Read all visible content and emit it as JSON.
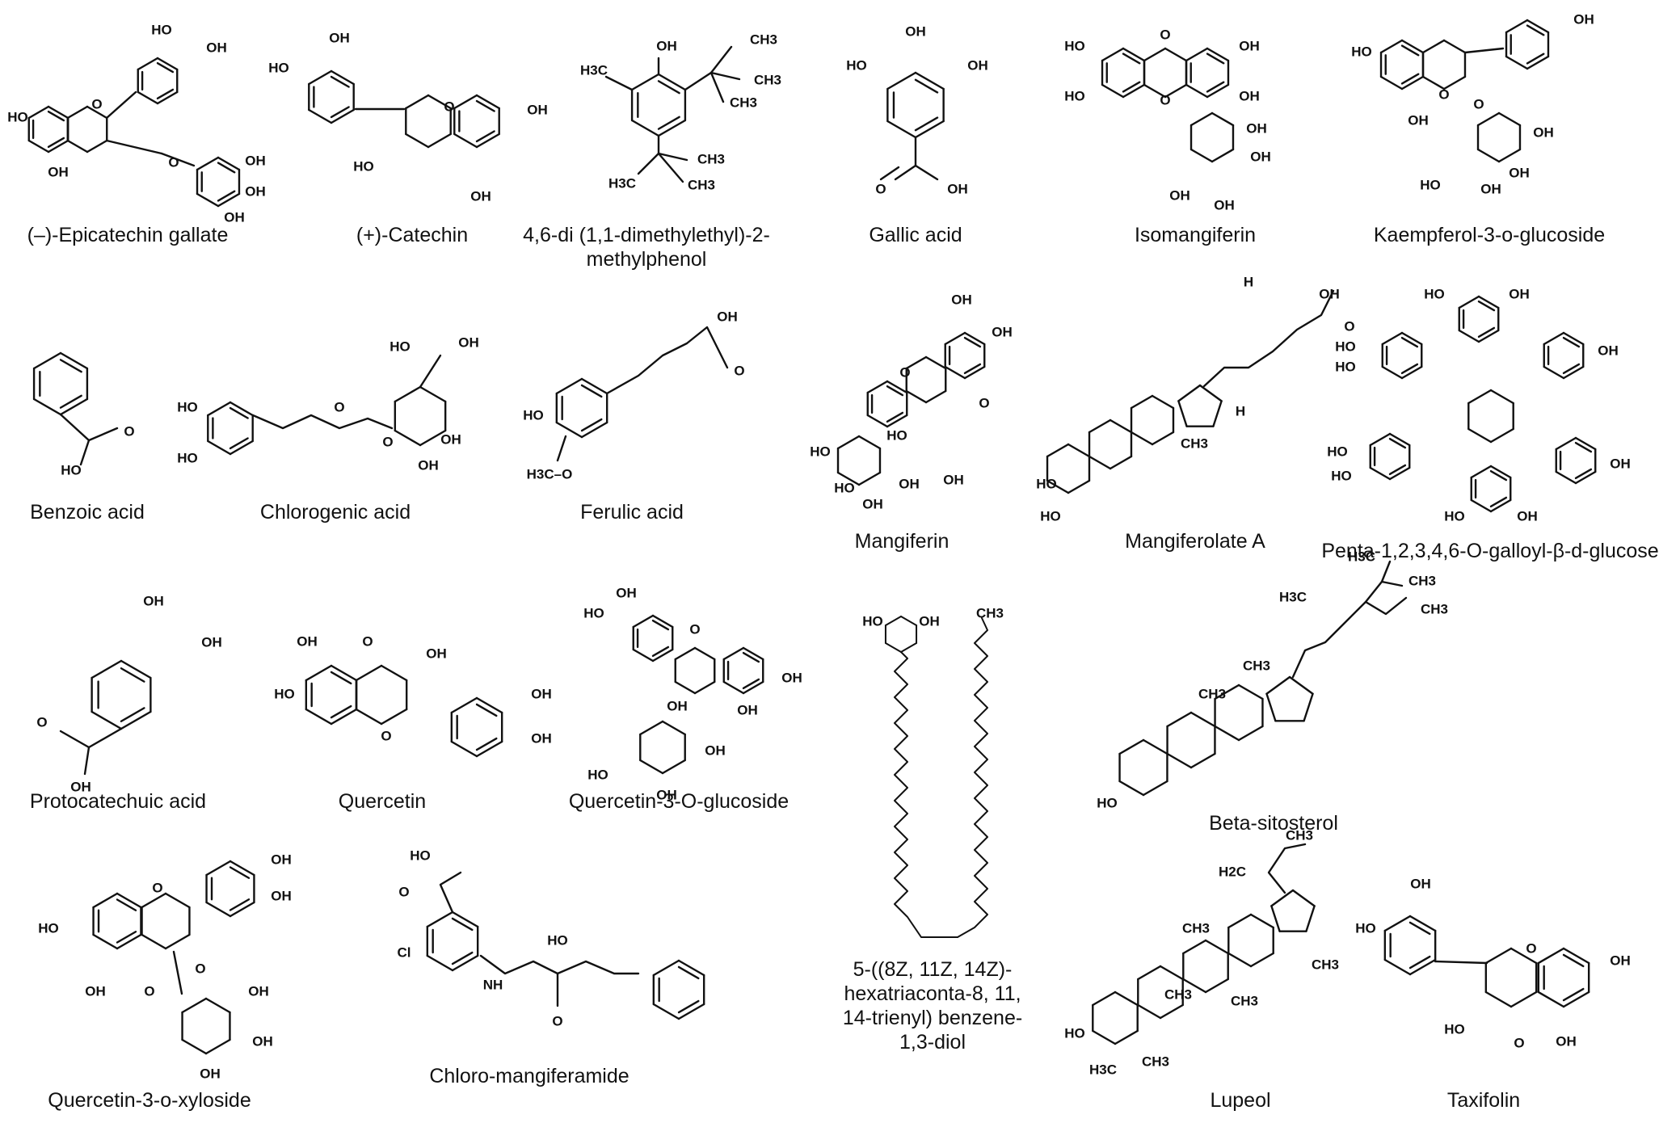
{
  "compounds": [
    {
      "name": "(–)-Epicatechin gallate"
    },
    {
      "name": "(+)-Catechin"
    },
    {
      "name": "4,6-di (1,1-dimethylethyl)-2-methylphenol"
    },
    {
      "name": "Gallic acid"
    },
    {
      "name": "Isomangiferin"
    },
    {
      "name": "Kaempferol-3-o-glucoside"
    },
    {
      "name": "Benzoic acid"
    },
    {
      "name": "Chlorogenic acid"
    },
    {
      "name": "Ferulic acid"
    },
    {
      "name": "Mangiferin"
    },
    {
      "name": "Mangiferolate A"
    },
    {
      "name": "Penta-1,2,3,4,6-O-galloyl-β-d-glucose"
    },
    {
      "name": "Protocatechuic acid"
    },
    {
      "name": "Quercetin"
    },
    {
      "name": "Quercetin-3-O-glucoside"
    },
    {
      "name": "5-((8Z, 11Z, 14Z)-hexatriaconta-8, 11, 14-trienyl) benzene-1,3-diol"
    },
    {
      "name": "Beta-sitosterol"
    },
    {
      "name": "Quercetin-3-o-xyloside"
    },
    {
      "name": "Chloro-mangiferamide"
    },
    {
      "name": "Lupeol"
    },
    {
      "name": "Taxifolin"
    }
  ],
  "atom_labels": {
    "oh": "OH",
    "ho": "HO",
    "o": "O",
    "cl": "Cl",
    "nh": "NH",
    "ch3": "CH3",
    "h3c": "H3C",
    "h2c": "H2C",
    "h3co": "H3C–O",
    "h": "H"
  }
}
